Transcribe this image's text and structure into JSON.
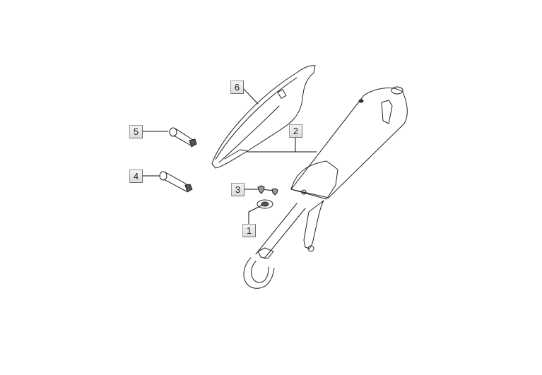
{
  "diagram": {
    "type": "exploded-parts-diagram",
    "subject": "exhaust muffler assembly",
    "callouts": [
      {
        "id": "1",
        "label": "1",
        "part": "gasket"
      },
      {
        "id": "2",
        "label": "2",
        "part": "muffler with heat shield"
      },
      {
        "id": "3",
        "label": "3",
        "part": "screws"
      },
      {
        "id": "4",
        "label": "4",
        "part": "bolt"
      },
      {
        "id": "5",
        "label": "5",
        "part": "bolt"
      },
      {
        "id": "6",
        "label": "6",
        "part": "heat shield"
      }
    ]
  }
}
